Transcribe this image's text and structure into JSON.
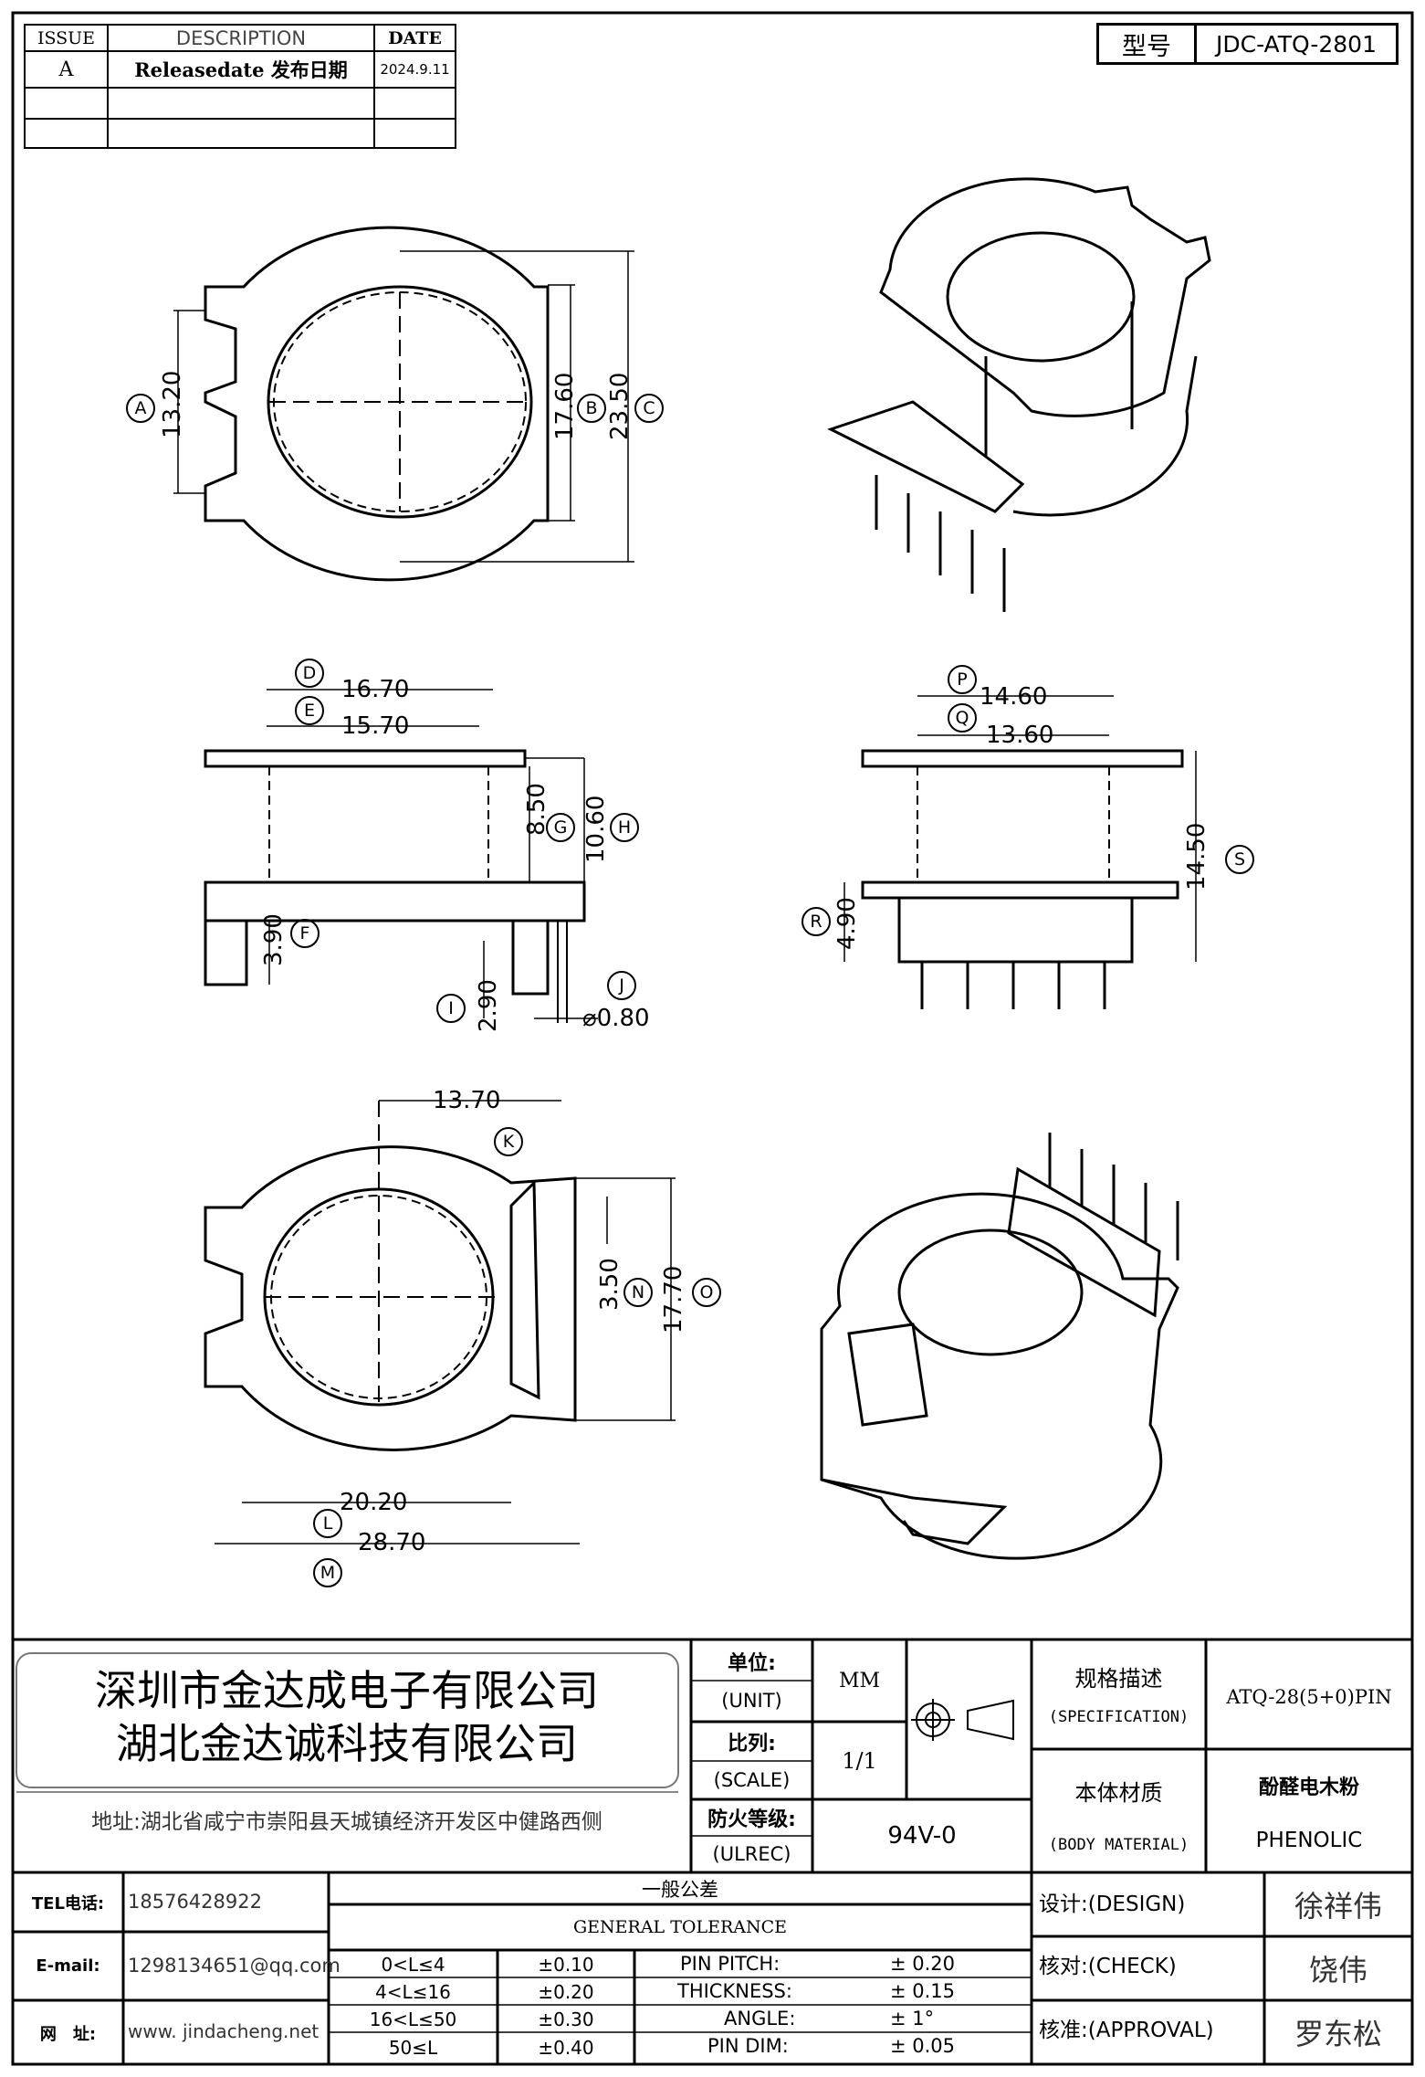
{
  "revision_table": {
    "headers": {
      "issue": "ISSUE",
      "description": "DESCRIPTION",
      "date": "DATE"
    },
    "rows": [
      {
        "issue": "A",
        "description": "Releasedate 发布日期",
        "date": "2024.9.11"
      }
    ]
  },
  "model": {
    "label": "型号",
    "value": "JDC-ATQ-2801"
  },
  "dimensions": {
    "A": "13.20",
    "B": "17.60",
    "C": "23.50",
    "D": "16.70",
    "E": "15.70",
    "F": "3.90",
    "G": "8.50",
    "H": "10.60",
    "I": "2.90",
    "J": "⌀0.80",
    "P": "14.60",
    "Q": "13.60",
    "R": "4.90",
    "S": "14.50",
    "K": "13.70",
    "N": "3.50",
    "O": "17.70",
    "L": "20.20",
    "M": "28.70"
  },
  "dim_letters": [
    "A",
    "B",
    "C",
    "D",
    "E",
    "F",
    "G",
    "H",
    "I",
    "J",
    "P",
    "Q",
    "R",
    "S",
    "K",
    "N",
    "O",
    "L",
    "M"
  ],
  "company": {
    "name1": "深圳市金达成电子有限公司",
    "name2": "湖北金达诚科技有限公司",
    "address": "地址:湖北省咸宁市崇阳县天城镇经济开发区中健路西侧"
  },
  "spec_block": {
    "unit_cn": "单位:",
    "unit_en": "(UNIT)",
    "unit_value": "MM",
    "scale_cn": "比列:",
    "scale_en": "(SCALE)",
    "scale_value": "1/1",
    "fire_cn": "防火等级:",
    "fire_en": "(ULREC)",
    "fire_value": "94V-0",
    "spec_cn": "规格描述",
    "spec_en": "(SPECIFICATION)",
    "spec_value": "ATQ-28(5+0)PIN",
    "material_cn": "本体材质",
    "material_en": "(BODY MATERIAL)",
    "material_value_cn": "酚醛电木粉",
    "material_value_en": "PHENOLIC"
  },
  "contact": {
    "tel_label": "TEL电话:",
    "tel": "18576428922",
    "email_label": "E-mail:",
    "email": "1298134651@qq.com",
    "web_label": "网　址:",
    "web": "www. jindacheng.net"
  },
  "tolerance": {
    "title_cn": "一般公差",
    "title_en": "GENERAL TOLERANCE",
    "ranges": [
      {
        "range": "0<L≤4",
        "value": "±0.10"
      },
      {
        "range": "4<L≤16",
        "value": "±0.20"
      },
      {
        "range": "16<L≤50",
        "value": "±0.30"
      },
      {
        "range": "50≤L",
        "value": "±0.40"
      }
    ],
    "other": [
      {
        "label": "PIN PITCH:",
        "value": "±  0.20"
      },
      {
        "label": "THICKNESS:",
        "value": "±  0.15"
      },
      {
        "label": "ANGLE:",
        "value": "±  1°"
      },
      {
        "label": "PIN DIM:",
        "value": "±  0.05"
      }
    ]
  },
  "signoff": {
    "design_label": "设计:(DESIGN)",
    "design_name": "徐祥伟",
    "check_label": "核对:(CHECK)",
    "check_name": "饶伟",
    "approval_label": "核准:(APPROVAL)",
    "approval_name": "罗东松"
  }
}
